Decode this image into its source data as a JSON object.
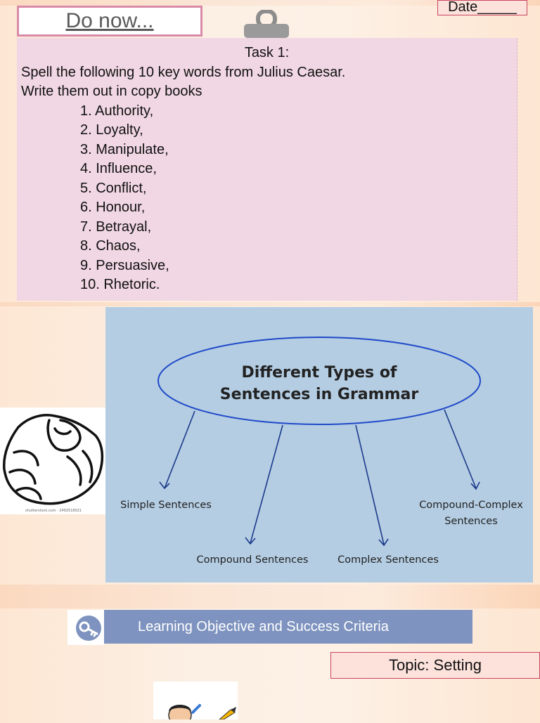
{
  "do_now": {
    "label": "Do now..."
  },
  "date": {
    "label": "Date_____"
  },
  "task": {
    "title": "Task 1:",
    "instruction_1": "Spell the following 10 key words from Julius Caesar.",
    "instruction_2": "Write them out in copy books",
    "words": [
      "1. Authority,",
      "2. Loyalty,",
      "3. Manipulate,",
      "4. Influence,",
      "5. Conflict,",
      "6. Honour,",
      "7. Betrayal,",
      "8. Chaos,",
      "9. Persuasive,",
      "10.  Rhetoric."
    ]
  },
  "diagram": {
    "title_line_1": "Different Types of",
    "title_line_2": "Sentences in Grammar",
    "branches": {
      "simple": "Simple Sentences",
      "compound": "Compound Sentences",
      "complex": "Complex Sentences",
      "compound_complex_1": "Compound-Complex",
      "compound_complex_2": "Sentences"
    },
    "colors": {
      "background": "#b4cde3",
      "outline": "#1f49c9",
      "arrow": "#1b3a8a"
    }
  },
  "hand_image": {
    "credit": "shutterstock.com · 2492518021"
  },
  "learning_objective": {
    "label": "Learning Objective  and Success Criteria"
  },
  "topic": {
    "label": "Topic: Setting"
  },
  "colors": {
    "task_bg": "#f1d7e3",
    "lo_bar": "#7e93bf",
    "topic_bg": "#fde2dc"
  }
}
